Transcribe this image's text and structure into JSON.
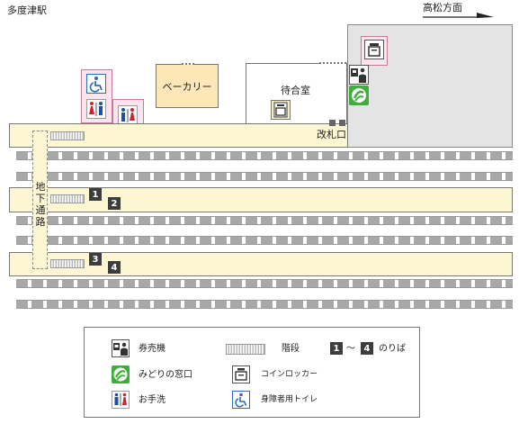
{
  "station_name": "多度津駅",
  "direction": "高松方面",
  "facilities": {
    "bakery": "ベーカリー",
    "waiting_room": "待合室",
    "ticket_gate": "改札口",
    "underground_passage": "地下通路"
  },
  "platform_numbers": [
    "1",
    "2",
    "3",
    "4"
  ],
  "legend": {
    "ticket_machine": "券売機",
    "stairs": "階段",
    "platforms_tilde": "～",
    "platforms": "のりば",
    "midori_window": "みどりの窓口",
    "coin_locker": "コインロッカー",
    "restroom": "お手洗",
    "accessible_toilet": "身障者用トイレ"
  },
  "colors": {
    "platform_fill": "#fdf6d3",
    "bakery_fill": "#fde7b8",
    "restroom_box": "#fbe4ee",
    "midori_green": "#3fae3c",
    "accessible_blue": "#2b6cb5",
    "toilet_male": "#1f4fa0",
    "toilet_female": "#d0242b"
  },
  "icons": [
    "ticket-machine-icon",
    "midori-window-icon",
    "coin-locker-icon",
    "restroom-icon",
    "wheelchair-icon",
    "stairs-icon"
  ]
}
